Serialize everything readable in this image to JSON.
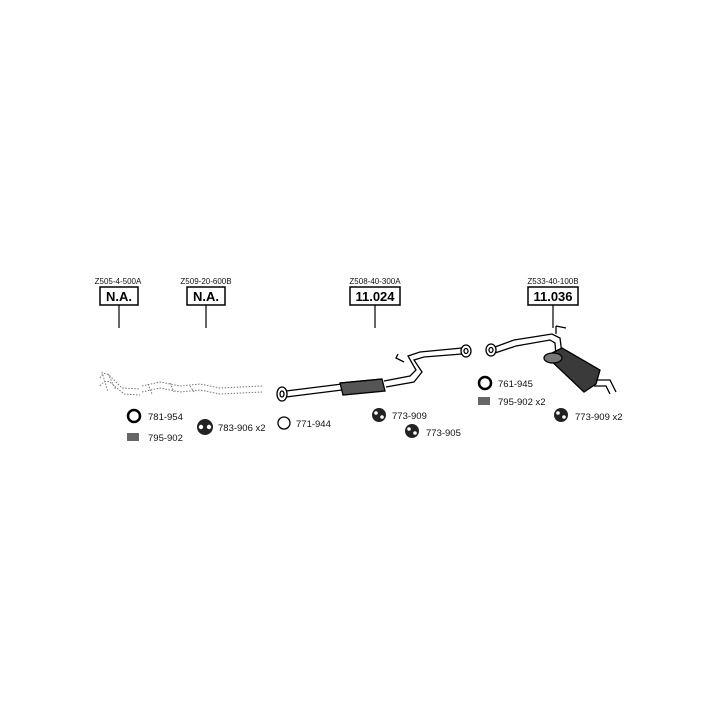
{
  "sections": [
    {
      "code": "Z505-4-500A",
      "label": "N.A."
    },
    {
      "code": "Z509-20-600B",
      "label": "N.A."
    },
    {
      "code": "Z508-40-300A",
      "label": "11.024"
    },
    {
      "code": "Z533-40-100B",
      "label": "11.036"
    }
  ],
  "parts": {
    "p1": "781-954",
    "p2": "795-902",
    "p3": "783-906 x2",
    "p4": "771-944",
    "p5": "773-909",
    "p6": "773-905",
    "p7": "761-945",
    "p8": "795-902 x2",
    "p9": "773-909 x2"
  }
}
